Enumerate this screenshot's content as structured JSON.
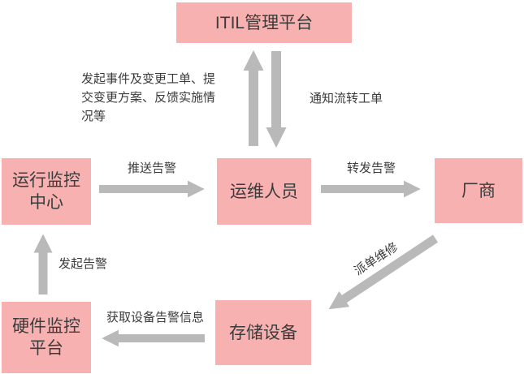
{
  "diagram": {
    "type": "flow-diagram",
    "colors": {
      "node_fill": "#f8b1b1",
      "arrow": "#b9b9b9",
      "text": "#3b3b3b",
      "background": "#ffffff"
    },
    "nodes": [
      {
        "id": "itil",
        "label": "ITIL管理平台"
      },
      {
        "id": "monitor_center",
        "label": "运行监控\n中心"
      },
      {
        "id": "ops_staff",
        "label": "运维人员"
      },
      {
        "id": "vendor",
        "label": "厂商"
      },
      {
        "id": "hw_monitor",
        "label": "硬件监控\n平台"
      },
      {
        "id": "storage",
        "label": "存储设备"
      }
    ],
    "edges": [
      {
        "from": "ops_staff",
        "to": "itil",
        "label": "发起事件及变更工单、提\n交变更方案、反馈实施情\n况等"
      },
      {
        "from": "itil",
        "to": "ops_staff",
        "label": "通知流转工单"
      },
      {
        "from": "monitor_center",
        "to": "ops_staff",
        "label": "推送告警"
      },
      {
        "from": "ops_staff",
        "to": "vendor",
        "label": "转发告警"
      },
      {
        "from": "vendor",
        "to": "storage",
        "label": "派单维修"
      },
      {
        "from": "storage",
        "to": "hw_monitor",
        "label": "获取设备告警信息"
      },
      {
        "from": "hw_monitor",
        "to": "monitor_center",
        "label": "发起告警"
      }
    ]
  }
}
